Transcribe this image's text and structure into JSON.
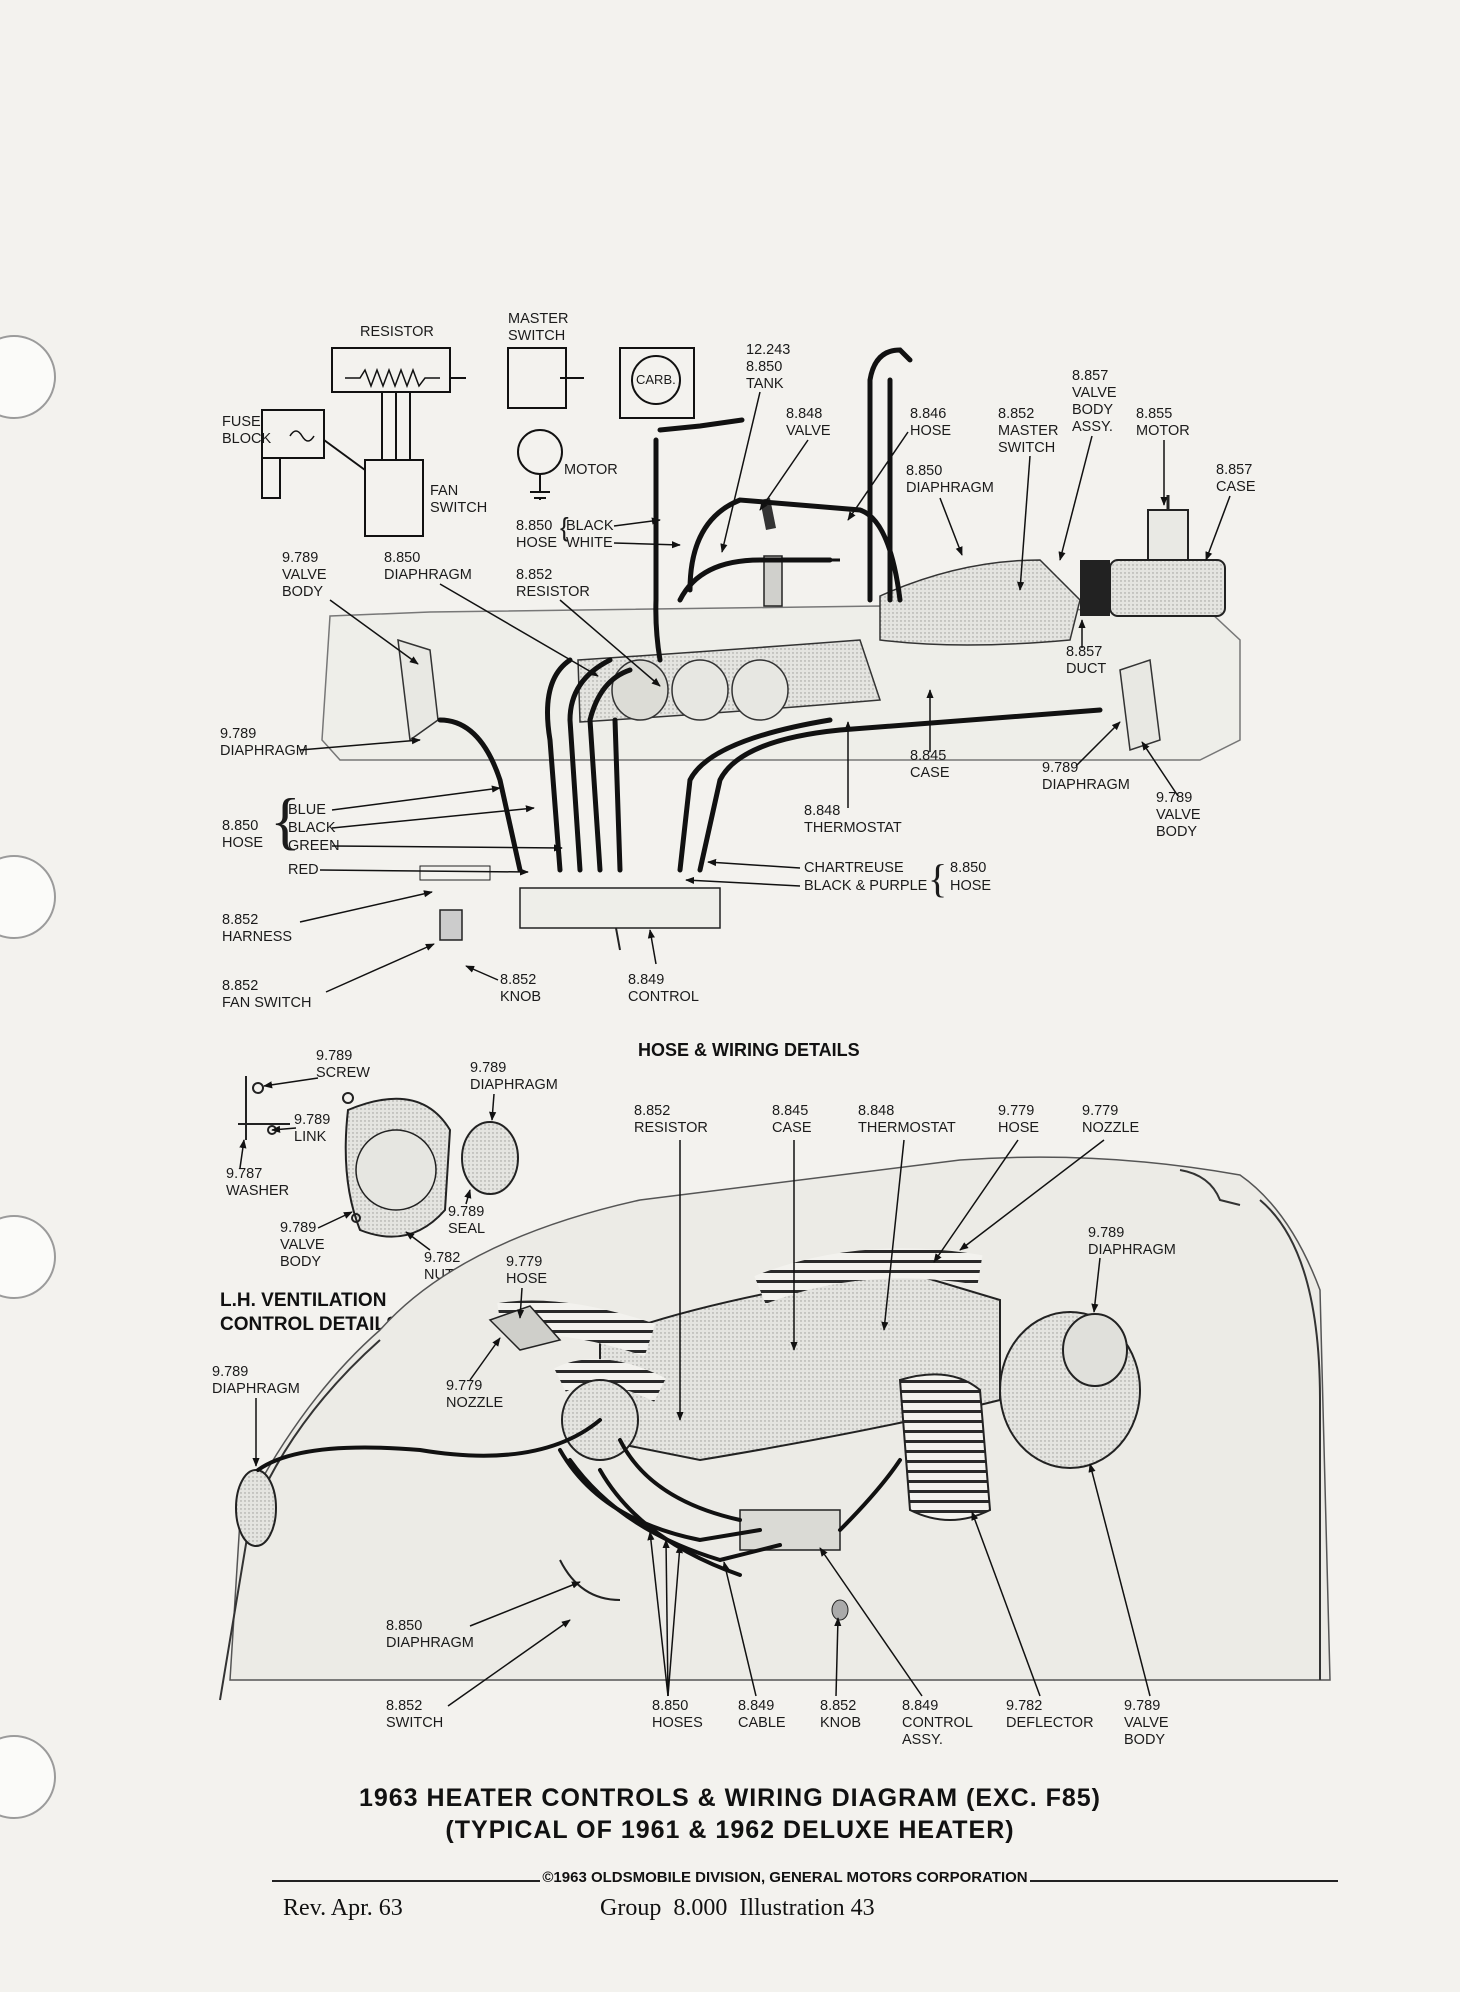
{
  "top_schematic": {
    "resistor": "RESISTOR",
    "master_switch": [
      "MASTER",
      "SWITCH"
    ],
    "fuse_block": [
      "FUSE",
      "BLOCK"
    ],
    "fan_switch": [
      "FAN",
      "SWITCH"
    ],
    "motor": "MOTOR",
    "carb": "CARB."
  },
  "hose_labels": {
    "tank": [
      "12.243",
      "8.850",
      "TANK"
    ],
    "valve_848": [
      "8.848",
      "VALVE"
    ],
    "hose_846": [
      "8.846",
      "HOSE"
    ],
    "master_switch_852": [
      "8.852",
      "MASTER",
      "SWITCH"
    ],
    "valve_body_assy_857": [
      "8.857",
      "VALVE",
      "BODY",
      "ASSY."
    ],
    "motor_855": [
      "8.855",
      "MOTOR"
    ],
    "case_857": [
      "8.857",
      "CASE"
    ],
    "diaphragm_850_top": [
      "8.850",
      "DIAPHRAGM"
    ],
    "hose_black_white": [
      "8.850",
      "HOSE",
      "BLACK",
      "WHITE"
    ],
    "valve_body_789_left": [
      "9.789",
      "VALVE",
      "BODY"
    ],
    "diaphragm_850_left": [
      "8.850",
      "DIAPHRAGM"
    ],
    "resistor_852": [
      "8.852",
      "RESISTOR"
    ],
    "duct_857": [
      "8.857",
      "DUCT"
    ],
    "diaphragm_789_left": [
      "9.789",
      "DIAPHRAGM"
    ],
    "case_845": [
      "8.845",
      "CASE"
    ],
    "diaphragm_789_right": [
      "9.789",
      "DIAPHRAGM"
    ],
    "valve_body_789_right": [
      "9.789",
      "VALVE",
      "BODY"
    ],
    "thermostat_848": [
      "8.848",
      "THERMOSTAT"
    ],
    "hose_850_colors": [
      "8.850",
      "HOSE",
      "BLUE",
      "BLACK",
      "GREEN",
      "RED"
    ],
    "hose_850_right": [
      "CHARTREUSE",
      "BLACK & PURPLE",
      "8.850",
      "HOSE"
    ],
    "harness_852": [
      "8.852",
      "HARNESS"
    ],
    "fan_switch_852": [
      "8.852",
      "FAN SWITCH"
    ],
    "knob_852": [
      "8.852",
      "KNOB"
    ],
    "control_849": [
      "8.849",
      "CONTROL"
    ]
  },
  "titles": {
    "hose_wiring": "HOSE & WIRING DETAILS",
    "lh_ventilation": [
      "L.H. VENTILATION",
      "CONTROL DETAILS"
    ]
  },
  "vent_labels": {
    "screw": [
      "9.789",
      "SCREW"
    ],
    "diaphragm": [
      "9.789",
      "DIAPHRAGM"
    ],
    "link": [
      "9.789",
      "LINK"
    ],
    "washer": [
      "9.787",
      "WASHER"
    ],
    "valve_body": [
      "9.789",
      "VALVE",
      "BODY"
    ],
    "seal": [
      "9.789",
      "SEAL"
    ],
    "nut": [
      "9.782",
      "NUT"
    ]
  },
  "bottom_labels": {
    "resistor": [
      "8.852",
      "RESISTOR"
    ],
    "case": [
      "8.845",
      "CASE"
    ],
    "thermostat": [
      "8.848",
      "THERMOSTAT"
    ],
    "hose_779": [
      "9.779",
      "HOSE"
    ],
    "nozzle_779": [
      "9.779",
      "NOZZLE"
    ],
    "diaphragm_789_right": [
      "9.789",
      "DIAPHRAGM"
    ],
    "hose_779_left": [
      "9.779",
      "HOSE"
    ],
    "diaphragm_789_left": [
      "9.789",
      "DIAPHRAGM"
    ],
    "nozzle_779_left": [
      "9.779",
      "NOZZLE"
    ],
    "diaphragm_850": [
      "8.850",
      "DIAPHRAGM"
    ],
    "switch_852": [
      "8.852",
      "SWITCH"
    ],
    "hoses_850": [
      "8.850",
      "HOSES"
    ],
    "cable_849": [
      "8.849",
      "CABLE"
    ],
    "knob_852": [
      "8.852",
      "KNOB"
    ],
    "control_assy_849": [
      "8.849",
      "CONTROL",
      "ASSY."
    ],
    "deflector_782": [
      "9.782",
      "DEFLECTOR"
    ],
    "valve_body_789": [
      "9.789",
      "VALVE",
      "BODY"
    ]
  },
  "caption": {
    "line1": "1963 HEATER CONTROLS & WIRING DIAGRAM (EXC. F85)",
    "line2": "(TYPICAL OF 1961 & 1962 DELUXE HEATER)"
  },
  "footer": {
    "copyright": "©1963 OLDSMOBILE DIVISION, GENERAL MOTORS CORPORATION",
    "rev": "Rev. Apr. 63",
    "group": "Group  8.000  Illustration 43"
  }
}
